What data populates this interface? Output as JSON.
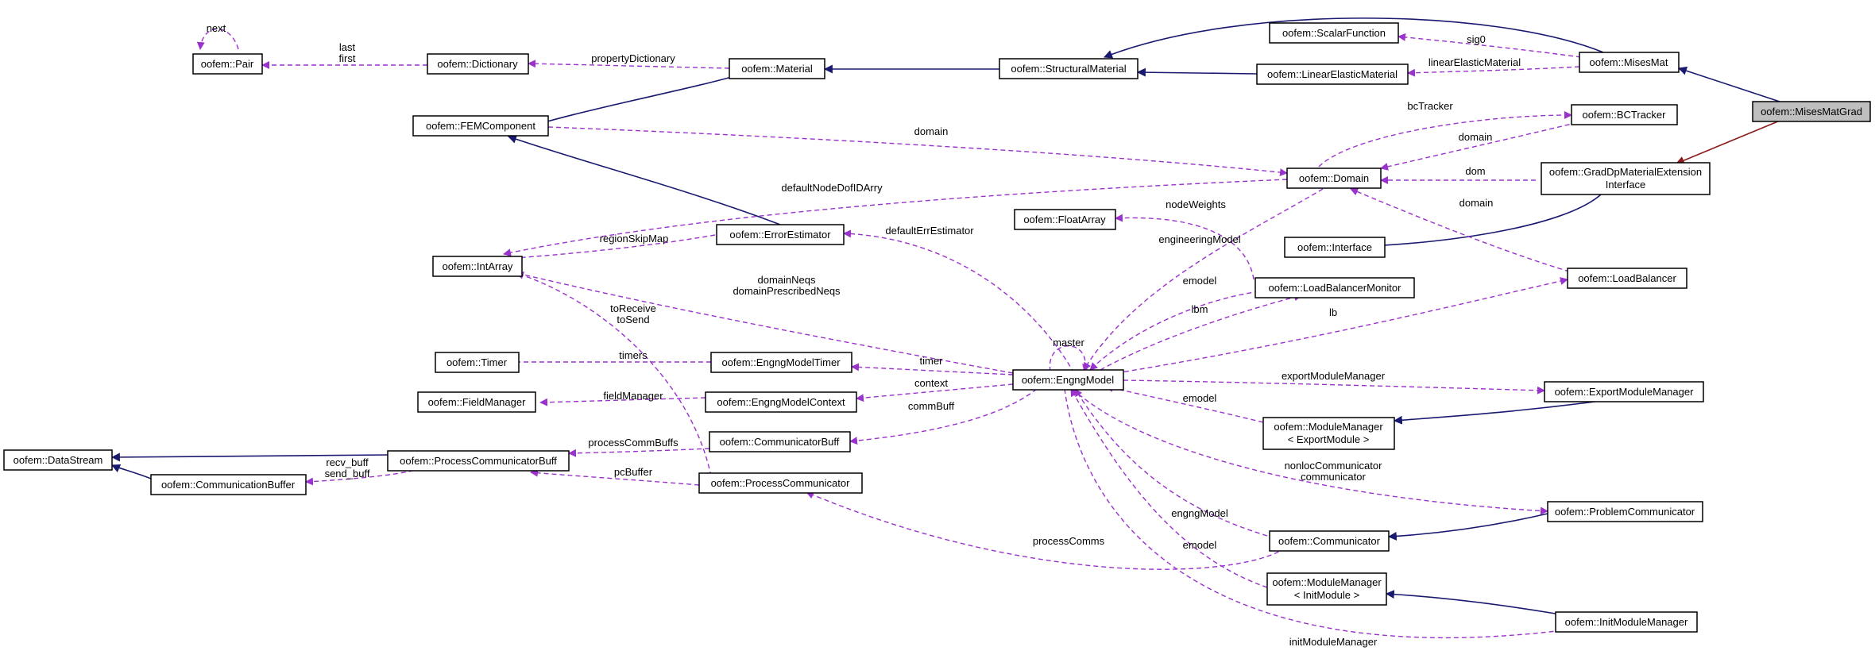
{
  "nodes": {
    "pair": "oofem::Pair",
    "dictionary": "oofem::Dictionary",
    "material": "oofem::Material",
    "structural_material": "oofem::StructuralMaterial",
    "scalar_function": "oofem::ScalarFunction",
    "linear_elastic_material": "oofem::LinearElasticMaterial",
    "mises_mat": "oofem::MisesMat",
    "mises_mat_grad": "oofem::MisesMatGrad",
    "fem_component": "oofem::FEMComponent",
    "bc_tracker": "oofem::BCTracker",
    "domain": "oofem::Domain",
    "graddp_line1": "oofem::GradDpMaterialExtension",
    "graddp_line2": "Interface",
    "float_array": "oofem::FloatArray",
    "error_estimator": "oofem::ErrorEstimator",
    "int_array": "oofem::IntArray",
    "interface": "oofem::Interface",
    "load_balancer_monitor": "oofem::LoadBalancerMonitor",
    "load_balancer": "oofem::LoadBalancer",
    "timer": "oofem::Timer",
    "engng_model_timer": "oofem::EngngModelTimer",
    "engng_model": "oofem::EngngModel",
    "export_module_manager": "oofem::ExportModuleManager",
    "field_manager": "oofem::FieldManager",
    "engng_model_context": "oofem::EngngModelContext",
    "module_manager_export_line1": "oofem::ModuleManager",
    "module_manager_export_line2": "< ExportModule >",
    "data_stream": "oofem::DataStream",
    "process_communicator_buff": "oofem::ProcessCommunicatorBuff",
    "communicator_buff": "oofem::CommunicatorBuff",
    "communication_buffer": "oofem::CommunicationBuffer",
    "process_communicator": "oofem::ProcessCommunicator",
    "problem_communicator": "oofem::ProblemCommunicator",
    "communicator": "oofem::Communicator",
    "module_manager_init_line1": "oofem::ModuleManager",
    "module_manager_init_line2": "< InitModule >",
    "init_module_manager": "oofem::InitModuleManager"
  },
  "edge_labels": {
    "next": "next",
    "last": "last",
    "first": "first",
    "property_dictionary": "propertyDictionary",
    "sig0": "sig0",
    "linear_elastic_material": "linearElasticMaterial",
    "domain_fem": "domain",
    "bc_tracker": "bcTracker",
    "domain_bct": "domain",
    "dom": "dom",
    "default_node_dof_id_arry": "defaultNodeDofIDArry",
    "region_skip_map": "regionSkipMap",
    "default_err_estimator": "defaultErrEstimator",
    "node_weights": "nodeWeights",
    "domain_lb": "domain",
    "engineering_model": "engineeringModel",
    "domain_neqs": "domainNeqs",
    "domain_prescribed_neqs": "domainPrescribedNeqs",
    "emodel_lbm": "emodel",
    "lbm": "lbm",
    "to_receive": "toReceive",
    "to_send": "toSend",
    "lb": "lb",
    "master": "master",
    "timers": "timers",
    "timer": "timer",
    "field_manager": "fieldManager",
    "context": "context",
    "export_module_manager": "exportModuleManager",
    "comm_buff": "commBuff",
    "emodel_mm": "emodel",
    "process_comm_buffs": "processCommBuffs",
    "recv_buff": "recv_buff",
    "send_buff": "send_buff",
    "pc_buffer": "pcBuffer",
    "nonloc_communicator": "nonlocCommunicator",
    "communicator": "communicator",
    "engng_model": "engngModel",
    "process_comms": "processComms",
    "emodel_init": "emodel",
    "init_module_manager": "initModuleManager"
  },
  "colors": {
    "inheritance": "#191970",
    "inheritance_focus": "#8b1a1a",
    "usage": "#9a32cd",
    "focus_fill": "#bfbfbf"
  }
}
